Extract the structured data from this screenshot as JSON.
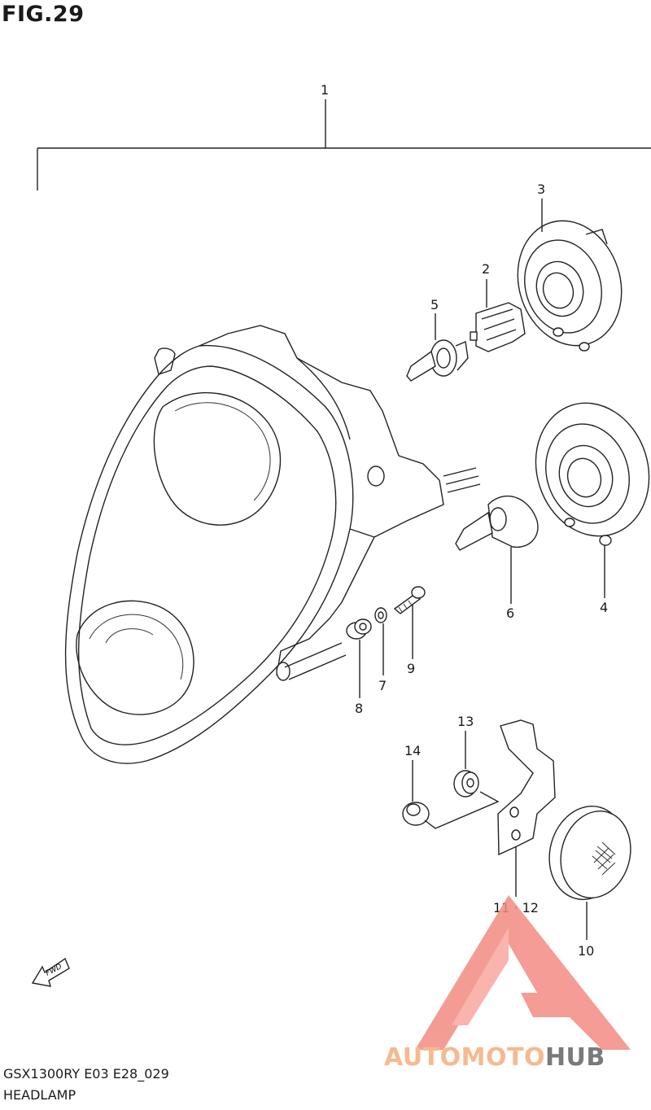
{
  "figure": {
    "title": "FIG.29",
    "model_code": "GSX1300RY E03 E28_029",
    "name": "HEADLAMP"
  },
  "callouts": [
    {
      "id": "c1",
      "text": "1"
    },
    {
      "id": "c2",
      "text": "2"
    },
    {
      "id": "c3",
      "text": "3"
    },
    {
      "id": "c4",
      "text": "4"
    },
    {
      "id": "c5",
      "text": "5"
    },
    {
      "id": "c6",
      "text": "6"
    },
    {
      "id": "c7",
      "text": "7"
    },
    {
      "id": "c8",
      "text": "8"
    },
    {
      "id": "c9",
      "text": "9"
    },
    {
      "id": "c10",
      "text": "10"
    },
    {
      "id": "c11",
      "text": "11 · 12"
    },
    {
      "id": "c13",
      "text": "13"
    },
    {
      "id": "c14",
      "text": "14"
    }
  ],
  "fwd_label": "FWD",
  "watermark": {
    "part_a": "AUTOMOTO",
    "part_b": "HUB",
    "color_a": "#f7b98f",
    "color_b": "#7a7a7a",
    "logo_color": "#f28b82"
  }
}
